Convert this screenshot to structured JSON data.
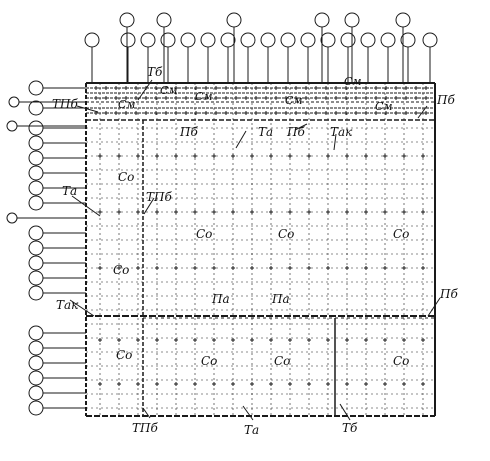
{
  "labels": {
    "t_b_top": "Тб",
    "tp_b_left": "ТПб",
    "cm_1": "См",
    "cm_2": "См",
    "cm_3": "См",
    "cm_4": "См",
    "cm_5": "См",
    "p_b_right_top": "Пб",
    "p_b_mid_1": "Пб",
    "t_a_top": "Та",
    "p_b_mid_2": "Пб",
    "t_ak_top": "Так",
    "co_1": "Со",
    "t_a_left": "Та",
    "tp_b_mid": "ТПб",
    "co_2": "Со",
    "co_3": "Со",
    "co_4": "Со",
    "co_5": "Со",
    "p_a_1": "Па",
    "p_a_2": "Па",
    "t_ak_left": "Так",
    "p_b_right_bottom": "Пб",
    "co_6": "Со",
    "co_7": "Со",
    "co_8": "Со",
    "co_9": "Со",
    "tp_b_bottom": "ТПб",
    "t_a_bottom": "Та",
    "t_b_bottom": "Тб"
  },
  "colors": {
    "ink": "#1a1a1a",
    "paper": "#ffffff"
  }
}
